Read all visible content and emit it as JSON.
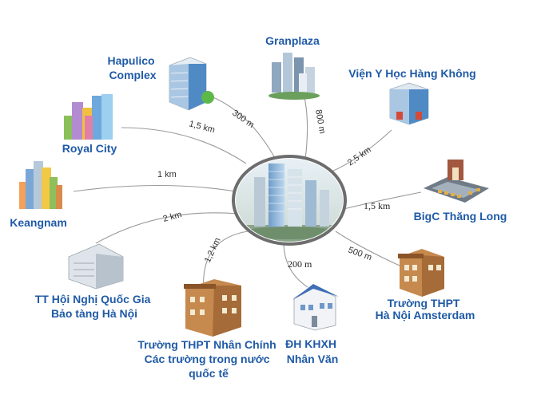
{
  "center": {
    "name": "project-building"
  },
  "places": [
    {
      "id": "hapulico",
      "lines": [
        "Hapulico",
        "Complex"
      ],
      "distance": "300 m"
    },
    {
      "id": "granplaza",
      "lines": [
        "Granplaza"
      ],
      "distance": "800 m"
    },
    {
      "id": "vien-y-hoc",
      "lines": [
        "Viện Y Học Hàng Không"
      ],
      "distance": "2,5 km"
    },
    {
      "id": "royal-city",
      "lines": [
        "Royal City"
      ],
      "distance": "1,5 km"
    },
    {
      "id": "keangnam",
      "lines": [
        "Keangnam"
      ],
      "distance": "1 km"
    },
    {
      "id": "bigc",
      "lines": [
        "BigC Thăng Long"
      ],
      "distance": "1,5 km"
    },
    {
      "id": "tt-hoi-nghi",
      "lines": [
        "TT Hội Nghị Quốc Gia",
        "Bảo tàng Hà Nội"
      ],
      "distance": "2 km"
    },
    {
      "id": "nhan-chinh",
      "lines": [
        "Trường THPT Nhân Chính",
        "Các trường trong nước",
        "quốc tế"
      ],
      "distance": "1,2 km"
    },
    {
      "id": "dh-khxh",
      "lines": [
        "ĐH KHXH",
        "Nhân Văn"
      ],
      "distance": "200 m"
    },
    {
      "id": "amsterdam",
      "lines": [
        "Trường THPT",
        "Hà Nội Amsterdam"
      ],
      "distance": "500 m"
    }
  ],
  "colors": {
    "label": "#1f5aa6",
    "line": "#9a9a9a",
    "ellipse_border": "#6d6d6d"
  }
}
